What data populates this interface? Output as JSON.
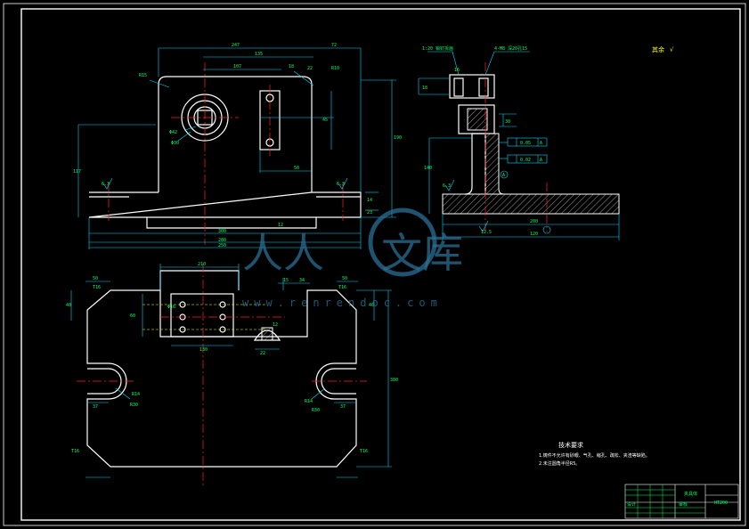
{
  "symbols": {
    "roughness_remaining": "其余",
    "roughness_mark": "√",
    "roughness_value": "12.5",
    "roughness_value_2": "6.3",
    "tol_parallel": "0.05",
    "tol_perp": "0.02",
    "datum": "A"
  },
  "front_view": {
    "dims": {
      "width_total": "247",
      "right_ext": "72",
      "top_a": "135",
      "top_b": "107",
      "top_c": "18",
      "slot_w": "22",
      "height_total": "190",
      "height_left": "117",
      "base_len": "300",
      "base_len_2": "280",
      "base_len_3": "250",
      "hole_dia": "Φ42",
      "bore_dia": "Φ30",
      "r_corner": "R15",
      "r_corner_2": "R10",
      "base_thk": "14",
      "base_h": "23",
      "slot_depth": "50",
      "cham": "45",
      "step": "12"
    }
  },
  "side_view": {
    "note_top": "1:20 销钉拆画",
    "note_thread": "4-M8 深20孔15",
    "dims": {
      "a": "18",
      "b": "30",
      "c": "140",
      "d": "120",
      "e": "200",
      "f": "16"
    }
  },
  "top_view": {
    "dims": {
      "top_w": "210",
      "left_cham": "50",
      "right_cham": "50",
      "r_left": "R14",
      "r_right": "R14",
      "r_left_2": "R30",
      "r_right_2": "R30",
      "height": "380",
      "slot_w": "37",
      "slot_w_2": "37",
      "cham_tl": "T16",
      "cham_tr": "T16",
      "cham_bl": "T16",
      "cham_br": "T16",
      "side_l": "40",
      "side_r": "40",
      "pocket_w": "130",
      "pocket_h": "60",
      "small_a": "15",
      "small_b": "34",
      "bolt_w": "22",
      "pin": "Φ16",
      "key": "12"
    }
  },
  "tech": {
    "title": "技术要求",
    "line1": "1.铸件不允许有砂眼、气孔、缩孔、疏松、夹渣等缺陷。",
    "line2": "2.未注圆角半径R5。"
  },
  "watermark": {
    "cn_a": "人人",
    "cn_b": "文库",
    "url": "www.renrendoc.com"
  },
  "title_block": {
    "name": "夹具体",
    "code": "HT200",
    "sub_a": "设计",
    "sub_b": "审核"
  },
  "colors": {
    "outline": "#ffffff",
    "dimension": "#00d8ff",
    "dimension_text": "#00ff60",
    "centerline": "#ff2020",
    "hidden": "#ffff00",
    "watermark": "#2a6f94"
  }
}
